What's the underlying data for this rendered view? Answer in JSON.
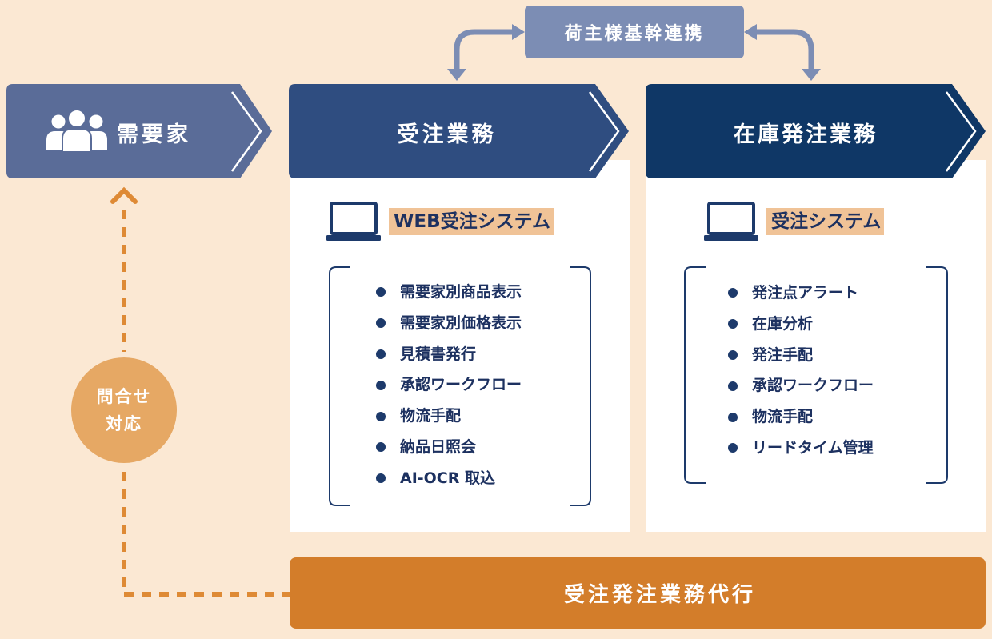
{
  "top_link": {
    "label": "荷主様基幹連携"
  },
  "customer": {
    "label": "需要家"
  },
  "order_business": {
    "header": "受注業務",
    "system_title": "WEB受注システム",
    "features": [
      "需要家別商品表示",
      "需要家別価格表示",
      "見積書発行",
      "承認ワークフロー",
      "物流手配",
      "納品日照会",
      "AI-OCR 取込"
    ]
  },
  "inventory_business": {
    "header": "在庫発注業務",
    "system_title": "受注システム",
    "features": [
      "発注点アラート",
      "在庫分析",
      "発注手配",
      "承認ワークフロー",
      "物流手配",
      "リードタイム管理"
    ]
  },
  "inquiry": {
    "line1": "問合せ",
    "line2": "対応"
  },
  "outsourcing": {
    "label": "受注発注業務代行"
  },
  "colors": {
    "background": "#fbe8d3",
    "customer_header": "#5a6c98",
    "order_header": "#2f4d80",
    "inventory_header": "#0f3766",
    "accent_orange": "#d37d2a",
    "inquiry_circle": "#e6a864",
    "top_box": "#7c8db4"
  },
  "icons": [
    "people-icon",
    "laptop-icon",
    "headset-icon",
    "double-arrow-icon"
  ]
}
